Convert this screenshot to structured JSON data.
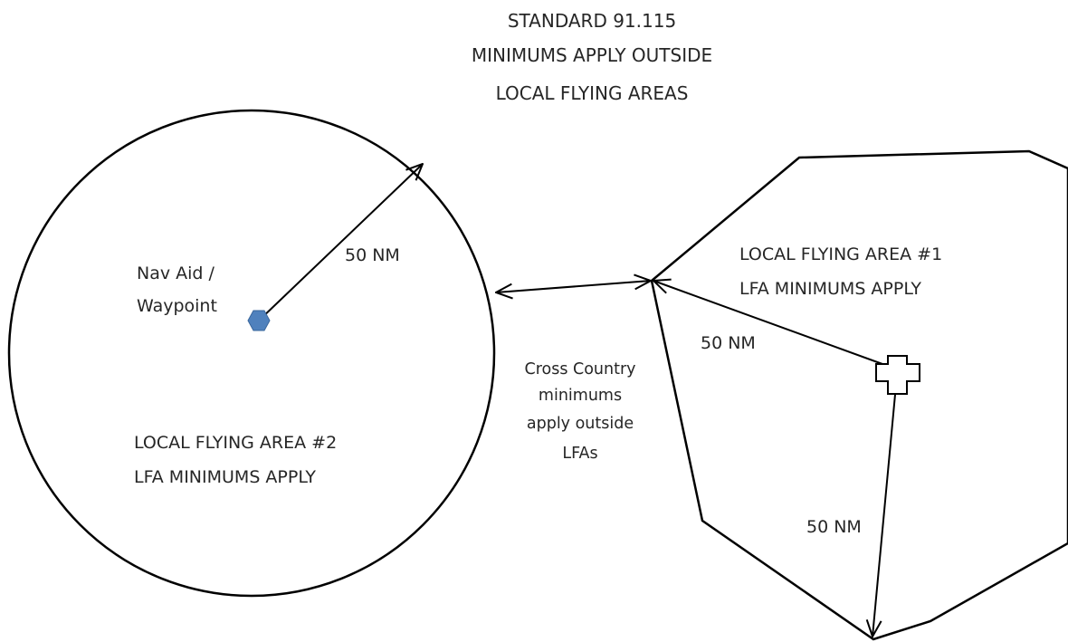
{
  "header": {
    "line1": "STANDARD 91.115",
    "line2": "MINIMUMS APPLY OUTSIDE",
    "line3": "LOCAL FLYING AREAS"
  },
  "lfa2": {
    "title": "LOCAL FLYING AREA #2",
    "subtitle": "LFA MINIMUMS APPLY",
    "navaid_line1": "Nav Aid /",
    "navaid_line2": "Waypoint",
    "radius_label": "50 NM",
    "navaid_color": "#4f81bd"
  },
  "lfa1": {
    "title": "LOCAL FLYING AREA #1",
    "subtitle": "LFA MINIMUMS APPLY",
    "radius_label_upper": "50 NM",
    "radius_label_lower": "50 NM"
  },
  "cross_country": {
    "line1": "Cross Country",
    "line2": "minimums",
    "line3": "apply outside",
    "line4": "LFAs"
  }
}
